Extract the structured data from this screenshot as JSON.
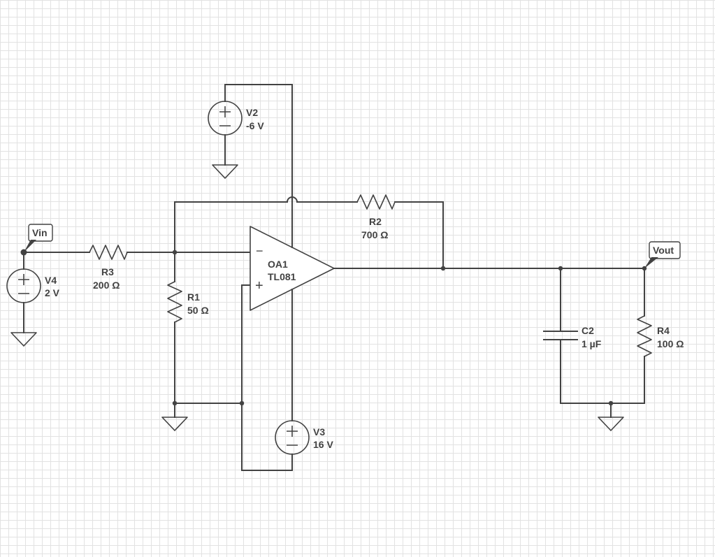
{
  "components": {
    "V2": {
      "name": "V2",
      "value": "-6 V"
    },
    "V3": {
      "name": "V3",
      "value": "16 V"
    },
    "V4": {
      "name": "V4",
      "value": "2 V"
    },
    "R1": {
      "name": "R1",
      "value": "50 Ω"
    },
    "R2": {
      "name": "R2",
      "value": "700 Ω"
    },
    "R3": {
      "name": "R3",
      "value": "200 Ω"
    },
    "R4": {
      "name": "R4",
      "value": "100 Ω"
    },
    "C2": {
      "name": "C2",
      "value": "1 µF"
    },
    "OA1": {
      "name": "OA1",
      "model": "TL081",
      "minus": "−",
      "plus": "+"
    }
  },
  "net_labels": {
    "vin": "Vin",
    "vout": "Vout"
  },
  "colors": {
    "wire": "#424242",
    "grid": "#e2e2e2",
    "background": "#ffffff"
  }
}
